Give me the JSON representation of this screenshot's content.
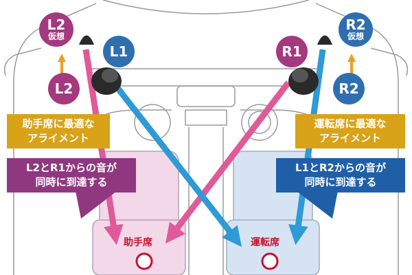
{
  "speakers": {
    "l2_virtual": {
      "line1": "L2",
      "line2": "仮想"
    },
    "r2_virtual": {
      "line1": "R2",
      "line2": "仮想"
    },
    "l1": "L1",
    "r1": "R1",
    "l2": "L2",
    "r2": "R2"
  },
  "callouts": {
    "passenger_alignment": [
      "助手席に最適な",
      "アライメント"
    ],
    "passenger_arrival": [
      "L2とR1からの音が",
      "同時に到達する"
    ],
    "driver_alignment": [
      "運転席に最適な",
      "アライメント"
    ],
    "driver_arrival": [
      "L1とR2からの音が",
      "同時に到達する"
    ]
  },
  "seats": {
    "passenger": "助手席",
    "driver": "運転席"
  },
  "colors": {
    "pink": "#e05a9a",
    "blue": "#2e9ad6",
    "purple": "#a4397f",
    "navy": "#2f6fb0",
    "orange": "#d9a319",
    "seat_pink": "#f2d8e8",
    "seat_blue": "#d6e3f2",
    "target_red": "#c8102e"
  }
}
